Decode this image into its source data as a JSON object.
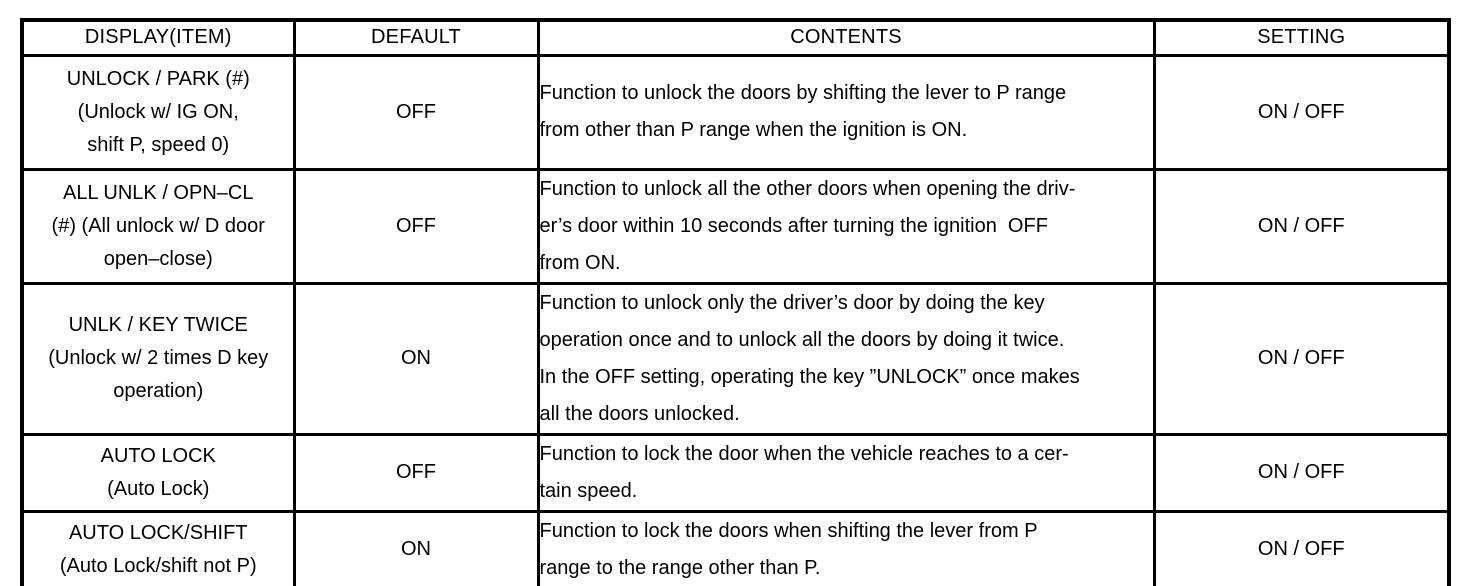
{
  "colors": {
    "background": "#ffffff",
    "border": "#000000",
    "text": "#000000"
  },
  "table": {
    "columns": [
      "DISPLAY(ITEM)",
      "DEFAULT",
      "CONTENTS",
      "SETTING"
    ],
    "rows": [
      {
        "display": "UNLOCK / PARK (#)\n(Unlock w/ IG ON,\nshift P, speed 0)",
        "default": "OFF",
        "contents": "Function to unlock the doors by shifting the lever to P range\nfrom other than P range when the ignition is ON.",
        "setting": "ON / OFF"
      },
      {
        "display": "ALL UNLK / OPN–CL\n(#) (All unlock w/ D door\nopen–close)",
        "default": "OFF",
        "contents": "Function to unlock all the other doors when opening the driv-\ner’s door within 10 seconds after turning the ignition  OFF\nfrom ON.",
        "setting": "ON / OFF"
      },
      {
        "display": "UNLK / KEY TWICE\n(Unlock w/ 2 times D key\noperation)",
        "default": "ON",
        "contents": "Function to unlock only the driver’s door by doing the key\noperation once and to unlock all the doors by doing it twice.\nIn the OFF setting, operating the key ”UNLOCK” once makes\nall the doors unlocked.",
        "setting": "ON / OFF"
      },
      {
        "display": "AUTO LOCK\n(Auto Lock)",
        "default": "OFF",
        "contents": "Function to lock the door when the vehicle reaches to a cer-\ntain speed.",
        "setting": "ON / OFF"
      },
      {
        "display": "AUTO LOCK/SHIFT\n(Auto Lock/shift not P)",
        "default": "ON",
        "contents": "Function to lock the doors when shifting the lever from P\nrange to the range other than P.",
        "setting": "ON / OFF"
      }
    ]
  }
}
